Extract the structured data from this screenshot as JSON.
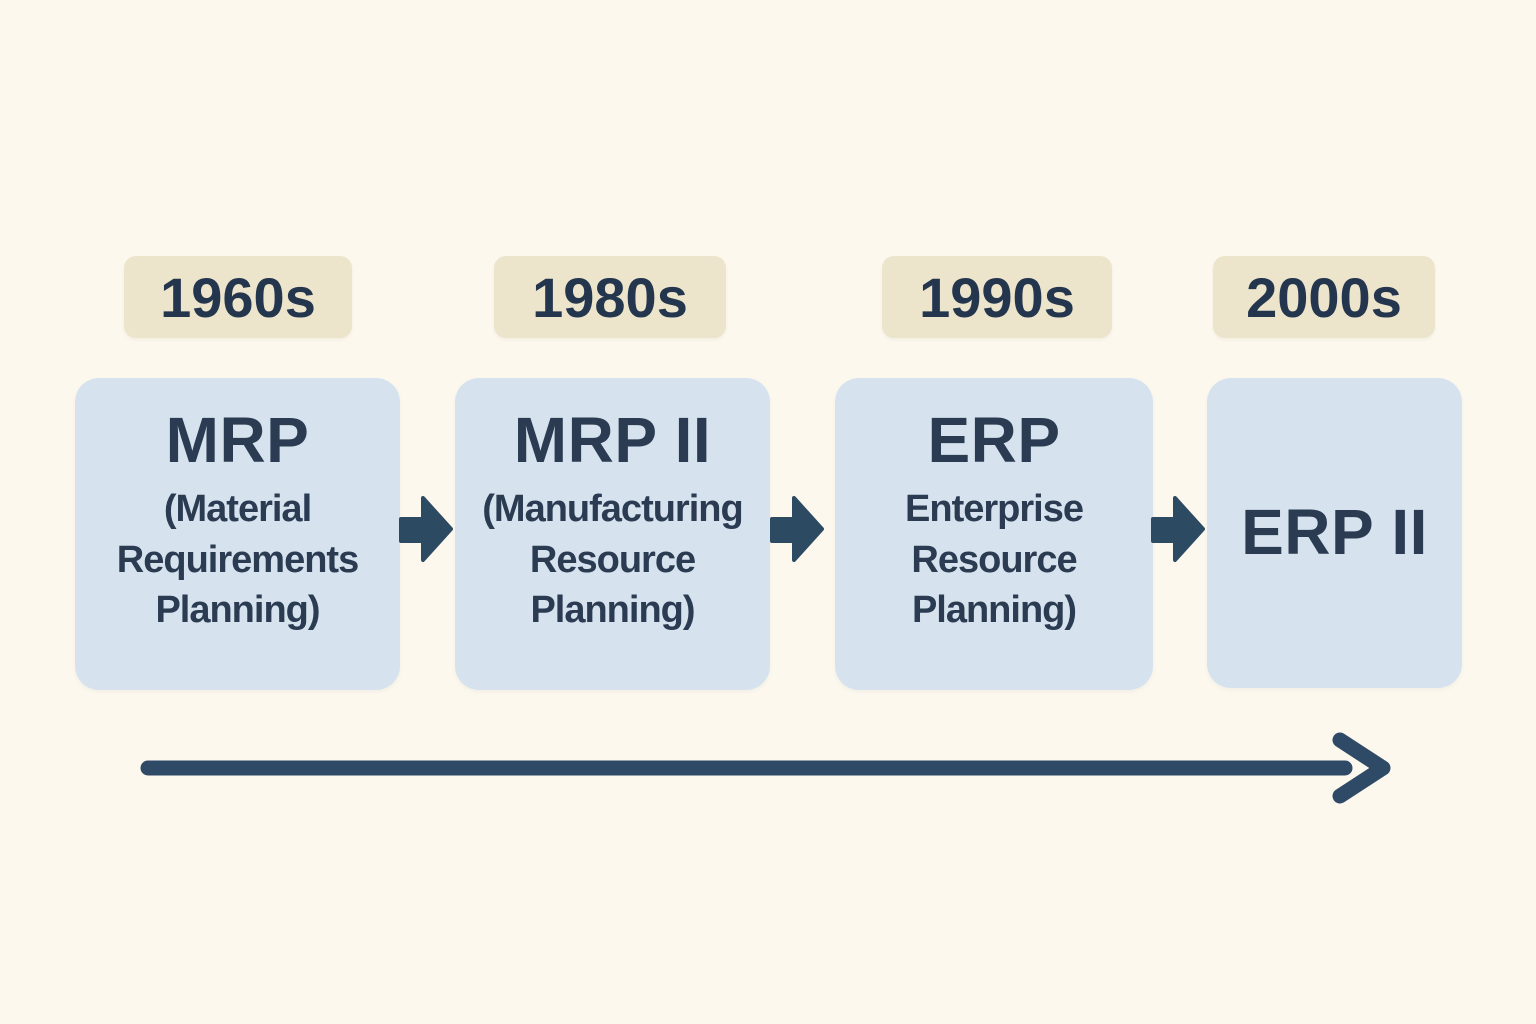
{
  "diagram": {
    "type": "horizontal-evolution-timeline",
    "colors": {
      "background": "#fcf8ee",
      "era_label_bg": "#ece4cb",
      "stage_box_bg": "#d6e3ee",
      "text_navy": "#2b3b52",
      "arrow_navy": "#2d4a63"
    },
    "icons": {
      "flow_arrow": "right-block-arrow",
      "timeline": "right-arrow-line"
    },
    "stages": [
      {
        "era": "1960s",
        "acronym": "MRP",
        "full_name": "(Material\nRequirements\nPlanning)"
      },
      {
        "era": "1980s",
        "acronym": "MRP II",
        "full_name": "(Manufacturing\nResource\nPlanning)"
      },
      {
        "era": "1990s",
        "acronym": "ERP",
        "full_name": "Enterprise\nResource\nPlanning)"
      },
      {
        "era": "2000s",
        "acronym": "ERP II",
        "full_name": ""
      }
    ]
  }
}
